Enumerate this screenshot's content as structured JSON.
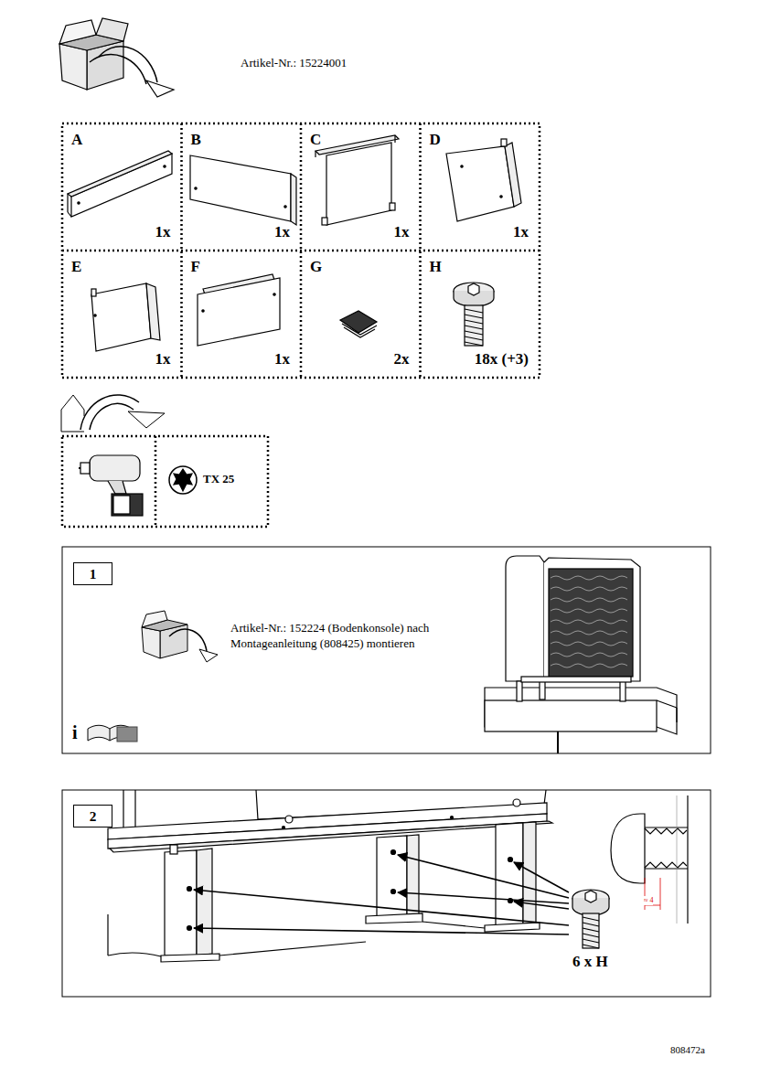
{
  "diagram": {
    "nodes": [
      {
        "text": [
          "A",
          "1x"
        ]
      },
      {
        "text": [
          "B",
          "1x"
        ]
      },
      {
        "text": [
          "C",
          "1x"
        ]
      },
      {
        "text": [
          "D",
          "1x"
        ]
      },
      {
        "text": [
          "E",
          "1x"
        ]
      },
      {
        "text": [
          "F",
          "1x"
        ]
      },
      {
        "text": [
          "G",
          "2x"
        ]
      },
      {
        "text": [
          "H",
          "18x (+3)"
        ]
      },
      {
        "text": [
          "TX 25"
        ]
      },
      {
        "text": [
          "Artikel-Nr.: 152224 (Bodenkonsole) nach Montageanleitung (808425) montieren"
        ]
      },
      {
        "text": [
          "1"
        ],
        "in": 9
      },
      {
        "text": [
          "6 x H"
        ]
      },
      {
        "text": [
          "2"
        ],
        "in": 11
      }
    ],
    "labels": [
      "Artikel-Nr.: 15224001",
      "i",
      "≈ 4",
      "808472a"
    ]
  }
}
